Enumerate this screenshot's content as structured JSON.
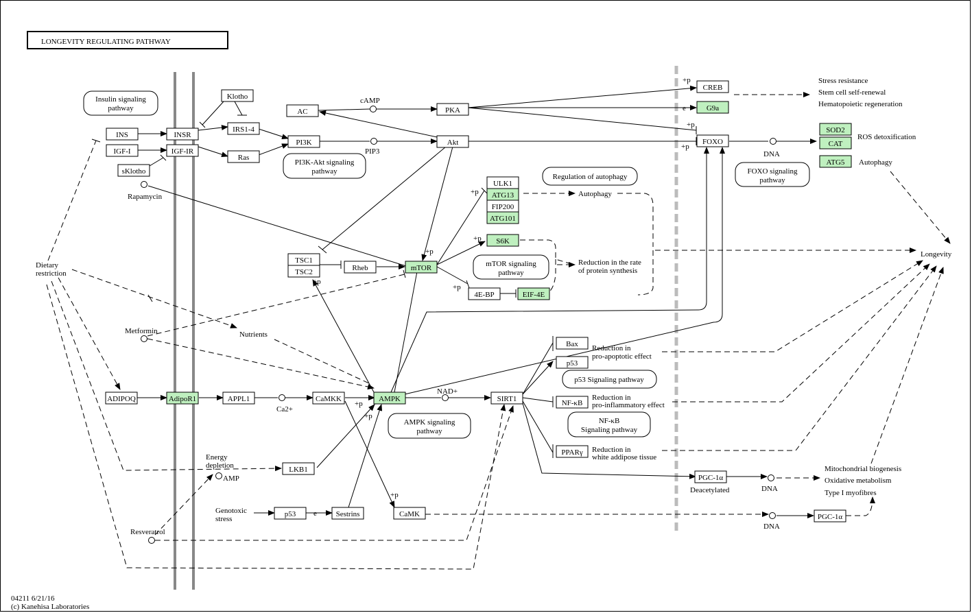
{
  "title": "LONGEVITY REGULATING PATHWAY",
  "footer": {
    "line1": "04211 6/21/16",
    "line2": "(c) Kanehisa Laboratories"
  },
  "colors": {
    "gene_fill": "#bff0bf",
    "membrane": "#888888",
    "nucleus": "#bbbbbb"
  },
  "genes": {
    "klotho": "Klotho",
    "ins": "INS",
    "insr": "INSR",
    "igf1": "IGF-I",
    "igf1r": "IGF-IR",
    "sklotho": "sKlotho",
    "irs": "IRS1-4",
    "ras": "Ras",
    "pi3k": "PI3K",
    "ac": "AC",
    "pka": "PKA",
    "akt": "Akt",
    "creb": "CREB",
    "g9a": "G9a",
    "foxo": "FOXO",
    "sod2": "SOD2",
    "cat": "CAT",
    "atg5": "ATG5",
    "ulk1": "ULK1",
    "atg13": "ATG13",
    "fip200": "FIP200",
    "atg101": "ATG101",
    "s6k": "S6K",
    "tsc1": "TSC1",
    "tsc2": "TSC2",
    "rheb": "Rheb",
    "mtor": "mTOR",
    "ebp": "4E-BP",
    "eif4e": "EIF-4E",
    "adipoq": "ADIPOQ",
    "adipor1": "AdipoR1",
    "appl1": "APPL1",
    "camkk": "CaMKK",
    "ampk": "AMPK",
    "sirt1": "SIRT1",
    "bax": "Bax",
    "p53a": "p53",
    "nfkb": "NF-κB",
    "pparg": "PPARγ",
    "pgc1a": "PGC-1α",
    "pgc1b": "PGC-1α",
    "lkb1": "LKB1",
    "p53b": "p53",
    "sestrins": "Sestrins",
    "camk": "CaMK"
  },
  "pathways": {
    "insulin_1": "Insulin signaling",
    "insulin_2": "pathway",
    "pi3k_1": "PI3K-Akt signaling",
    "pi3k_2": "pathway",
    "autophagy_reg": "Regulation of autophagy",
    "foxo_1": "FOXO signaling",
    "foxo_2": "pathway",
    "mtor_1": "mTOR signaling",
    "mtor_2": "pathway",
    "p53": "p53 Signaling pathway",
    "ampk_1": "AMPK signaling",
    "ampk_2": "pathway",
    "nfkb_1": "NF-κB",
    "nfkb_2": "Signaling pathway"
  },
  "labels": {
    "camp": "cAMP",
    "pip3": "PIP3",
    "rapamycin": "Rapamycin",
    "dna1": "DNA",
    "stress1": "Stress resistance",
    "stress2": "Stem cell self-renewal",
    "stress3": "Hematopoietic regeneration",
    "ros": "ROS detoxification",
    "autophagy_out": "Autophagy",
    "autophagy": "Autophagy",
    "reduction_prot1": "Reduction in the rate",
    "reduction_prot2": "of protein synthesis",
    "longevity": "Longevity",
    "dietary1": "Dietary",
    "dietary2": "restriction",
    "metformin": "Metformin",
    "nutrients": "Nutrients",
    "apop1": "Reduction in",
    "apop2": "pro-apoptotic effect",
    "inflam1": "Reduction in",
    "inflam2": "pro-inflammatory effect",
    "white1": "Reduction in",
    "white2": "white addipose tissue",
    "ca2": "Ca2+",
    "nad": "NAD+",
    "energy1": "Energy",
    "energy2": "depletion",
    "amp": "AMP",
    "genotoxic1": "Genotoxic",
    "genotoxic2": "stress",
    "resveratrol": "Resveratrol",
    "deacetylated": "Deacetylated",
    "dna2": "DNA",
    "dna3": "DNA",
    "mito1": "Mitochondrial biogenesis",
    "mito2": "Oxidative metabolism",
    "mito3": "Type I myofibres",
    "p": "+p",
    "e": "e"
  }
}
